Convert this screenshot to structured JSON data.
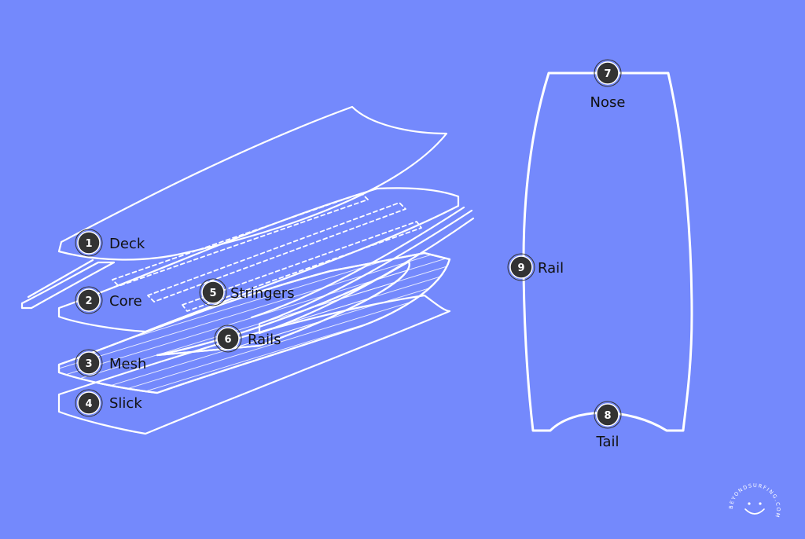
{
  "colors": {
    "background": "#7489FC",
    "outline": "#ffffff",
    "marker_fill": "#333333",
    "label_text": "#111111"
  },
  "layers": [
    {
      "number": "1",
      "name": "Deck"
    },
    {
      "number": "2",
      "name": "Core"
    },
    {
      "number": "3",
      "name": "Mesh"
    },
    {
      "number": "4",
      "name": "Slick"
    },
    {
      "number": "5",
      "name": "Stringers"
    },
    {
      "number": "6",
      "name": "Rails"
    }
  ],
  "outline_parts": [
    {
      "number": "7",
      "name": "Nose"
    },
    {
      "number": "8",
      "name": "Tail"
    },
    {
      "number": "9",
      "name": "Rail"
    }
  ],
  "logo": {
    "text": "BEYONDSURFING.COM",
    "icon": "smiley-surf-icon"
  }
}
